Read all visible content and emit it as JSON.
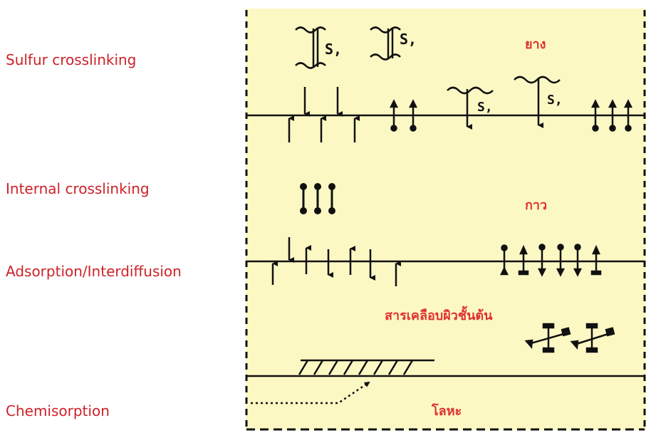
{
  "side_labels": {
    "sulfur": "Sulfur crosslinking",
    "internal": "Internal crosslinking",
    "adsorption": "Adsorption/Interdiffusion",
    "chemisorption": "Chemisorption"
  },
  "layer_labels": {
    "rubber": "ยาง",
    "adhesive": "กาว",
    "primer": "สารเคลือบผิวชั้นต้น",
    "metal": "โลหะ"
  },
  "sulfur_bridge_label": "S,",
  "colors": {
    "panel_fill": "#fcf8c4",
    "label_red": "#cc2229",
    "line_black": "#111111"
  }
}
